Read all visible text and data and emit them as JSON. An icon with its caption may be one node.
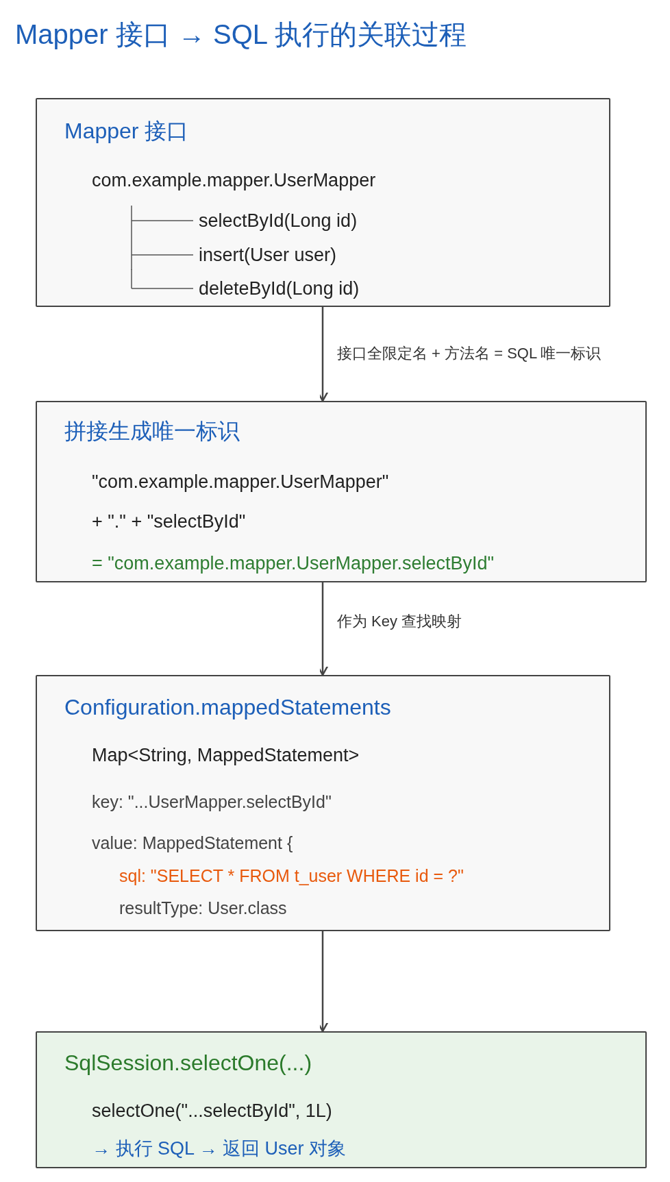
{
  "diagram": {
    "title": "Mapper 接口 → SQL 执行的关联过程",
    "nodes": [
      {
        "text": [
          "Mapper 接口",
          "com.example.mapper.UserMapper",
          "selectById(Long id)",
          "insert(User user)",
          "deleteById(Long id)"
        ]
      },
      {
        "text": [
          "拼接生成唯一标识",
          "\"com.example.mapper.UserMapper\"",
          "+ \".\" + \"selectById\"",
          "= \"com.example.mapper.UserMapper.selectById\""
        ]
      },
      {
        "text": [
          "Configuration.mappedStatements",
          "Map<String, MappedStatement>",
          "key: \"...UserMapper.selectById\"",
          "value: MappedStatement {",
          "sql: \"SELECT * FROM t_user WHERE id = ?\"",
          "resultType: User.class"
        ]
      },
      {
        "text": [
          "SqlSession.selectOne(...)",
          "selectOne(\"...selectById\", 1L)",
          "→ 执行 SQL → 返回 User 对象"
        ]
      }
    ],
    "edges": [
      {
        "from": 0,
        "to": 1,
        "arrow": "to",
        "label": "接口全限定名 + 方法名 = SQL 唯一标识"
      },
      {
        "from": 1,
        "to": 2,
        "arrow": "to",
        "label": "作为 Key 查找映射"
      },
      {
        "from": 2,
        "to": 3,
        "arrow": "to"
      }
    ]
  }
}
